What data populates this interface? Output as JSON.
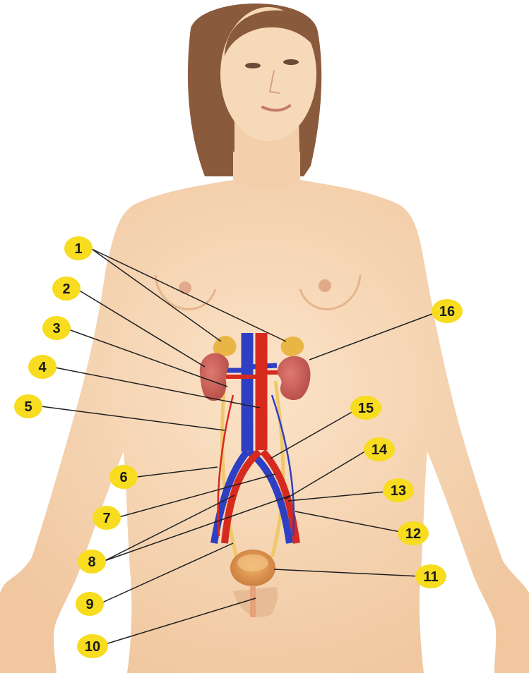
{
  "diagram": {
    "subject": "female urinary system",
    "colors": {
      "skin": "#f7d7b4",
      "skin_shade": "#eab98f",
      "hair": "#8a5a3c",
      "kidney": "#c65a54",
      "adrenal": "#e9b646",
      "artery": "#d62a1f",
      "vein": "#2f3fc4",
      "ureter": "#f0c86a",
      "bladder": "#d9964f",
      "marker_fill": "#f7dc1f",
      "leader_line": "#1f1f1f"
    },
    "markers": [
      {
        "id": "m1",
        "label": "1"
      },
      {
        "id": "m2",
        "label": "2"
      },
      {
        "id": "m3",
        "label": "3"
      },
      {
        "id": "m4",
        "label": "4"
      },
      {
        "id": "m5",
        "label": "5"
      },
      {
        "id": "m6",
        "label": "6"
      },
      {
        "id": "m7",
        "label": "7"
      },
      {
        "id": "m8",
        "label": "8"
      },
      {
        "id": "m9",
        "label": "9"
      },
      {
        "id": "m10",
        "label": "10"
      },
      {
        "id": "m11",
        "label": "11"
      },
      {
        "id": "m12",
        "label": "12"
      },
      {
        "id": "m13",
        "label": "13"
      },
      {
        "id": "m14",
        "label": "14"
      },
      {
        "id": "m15",
        "label": "15"
      },
      {
        "id": "m16",
        "label": "16"
      }
    ]
  }
}
